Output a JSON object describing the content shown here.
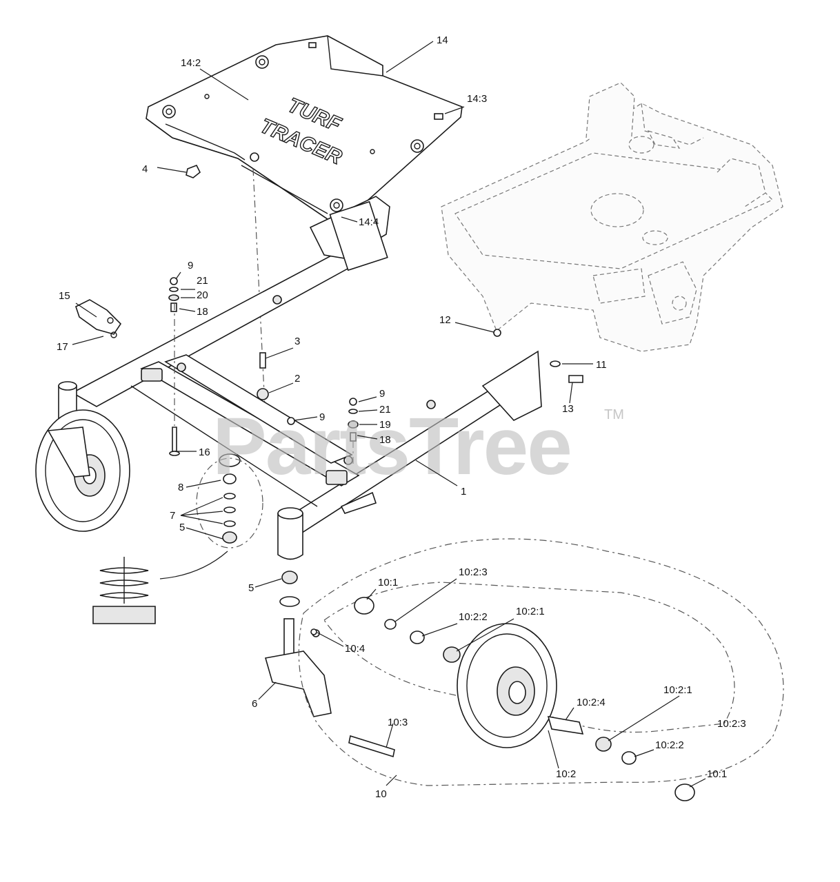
{
  "watermark": {
    "text": "PartsTree",
    "trademark": "TM"
  },
  "cover_logo": {
    "line1": "TURF",
    "line2": "TRACER"
  },
  "callouts": [
    {
      "id": "c14",
      "label": "14"
    },
    {
      "id": "c14-2",
      "label": "14:2"
    },
    {
      "id": "c14-3",
      "label": "14:3"
    },
    {
      "id": "c4",
      "label": "4"
    },
    {
      "id": "c14-4",
      "label": "14:4"
    },
    {
      "id": "c9a",
      "label": "9"
    },
    {
      "id": "c21a",
      "label": "21"
    },
    {
      "id": "c20",
      "label": "20"
    },
    {
      "id": "c18a",
      "label": "18"
    },
    {
      "id": "c15",
      "label": "15"
    },
    {
      "id": "c17",
      "label": "17"
    },
    {
      "id": "c3",
      "label": "3"
    },
    {
      "id": "c2",
      "label": "2"
    },
    {
      "id": "c12",
      "label": "12"
    },
    {
      "id": "c11",
      "label": "11"
    },
    {
      "id": "c13",
      "label": "13"
    },
    {
      "id": "c9b",
      "label": "9"
    },
    {
      "id": "c21b",
      "label": "21"
    },
    {
      "id": "c9c",
      "label": "9"
    },
    {
      "id": "c19",
      "label": "19"
    },
    {
      "id": "c18b",
      "label": "18"
    },
    {
      "id": "c16",
      "label": "16"
    },
    {
      "id": "c1",
      "label": "1"
    },
    {
      "id": "c8",
      "label": "8"
    },
    {
      "id": "c7",
      "label": "7"
    },
    {
      "id": "c5a",
      "label": "5"
    },
    {
      "id": "c5b",
      "label": "5"
    },
    {
      "id": "c10-1a",
      "label": "10:1"
    },
    {
      "id": "c10-2-3a",
      "label": "10:2:3"
    },
    {
      "id": "c10-2-2a",
      "label": "10:2:2"
    },
    {
      "id": "c10-2-1a",
      "label": "10:2:1"
    },
    {
      "id": "c10-4",
      "label": "10:4"
    },
    {
      "id": "c6",
      "label": "6"
    },
    {
      "id": "c10-3",
      "label": "10:3"
    },
    {
      "id": "c10-2-4",
      "label": "10:2:4"
    },
    {
      "id": "c10-2-1b",
      "label": "10:2:1"
    },
    {
      "id": "c10-2-3b",
      "label": "10:2:3"
    },
    {
      "id": "c10-2-2b",
      "label": "10:2:2"
    },
    {
      "id": "c10-1b",
      "label": "10:1"
    },
    {
      "id": "c10-2",
      "label": "10:2"
    },
    {
      "id": "c10",
      "label": "10"
    }
  ]
}
